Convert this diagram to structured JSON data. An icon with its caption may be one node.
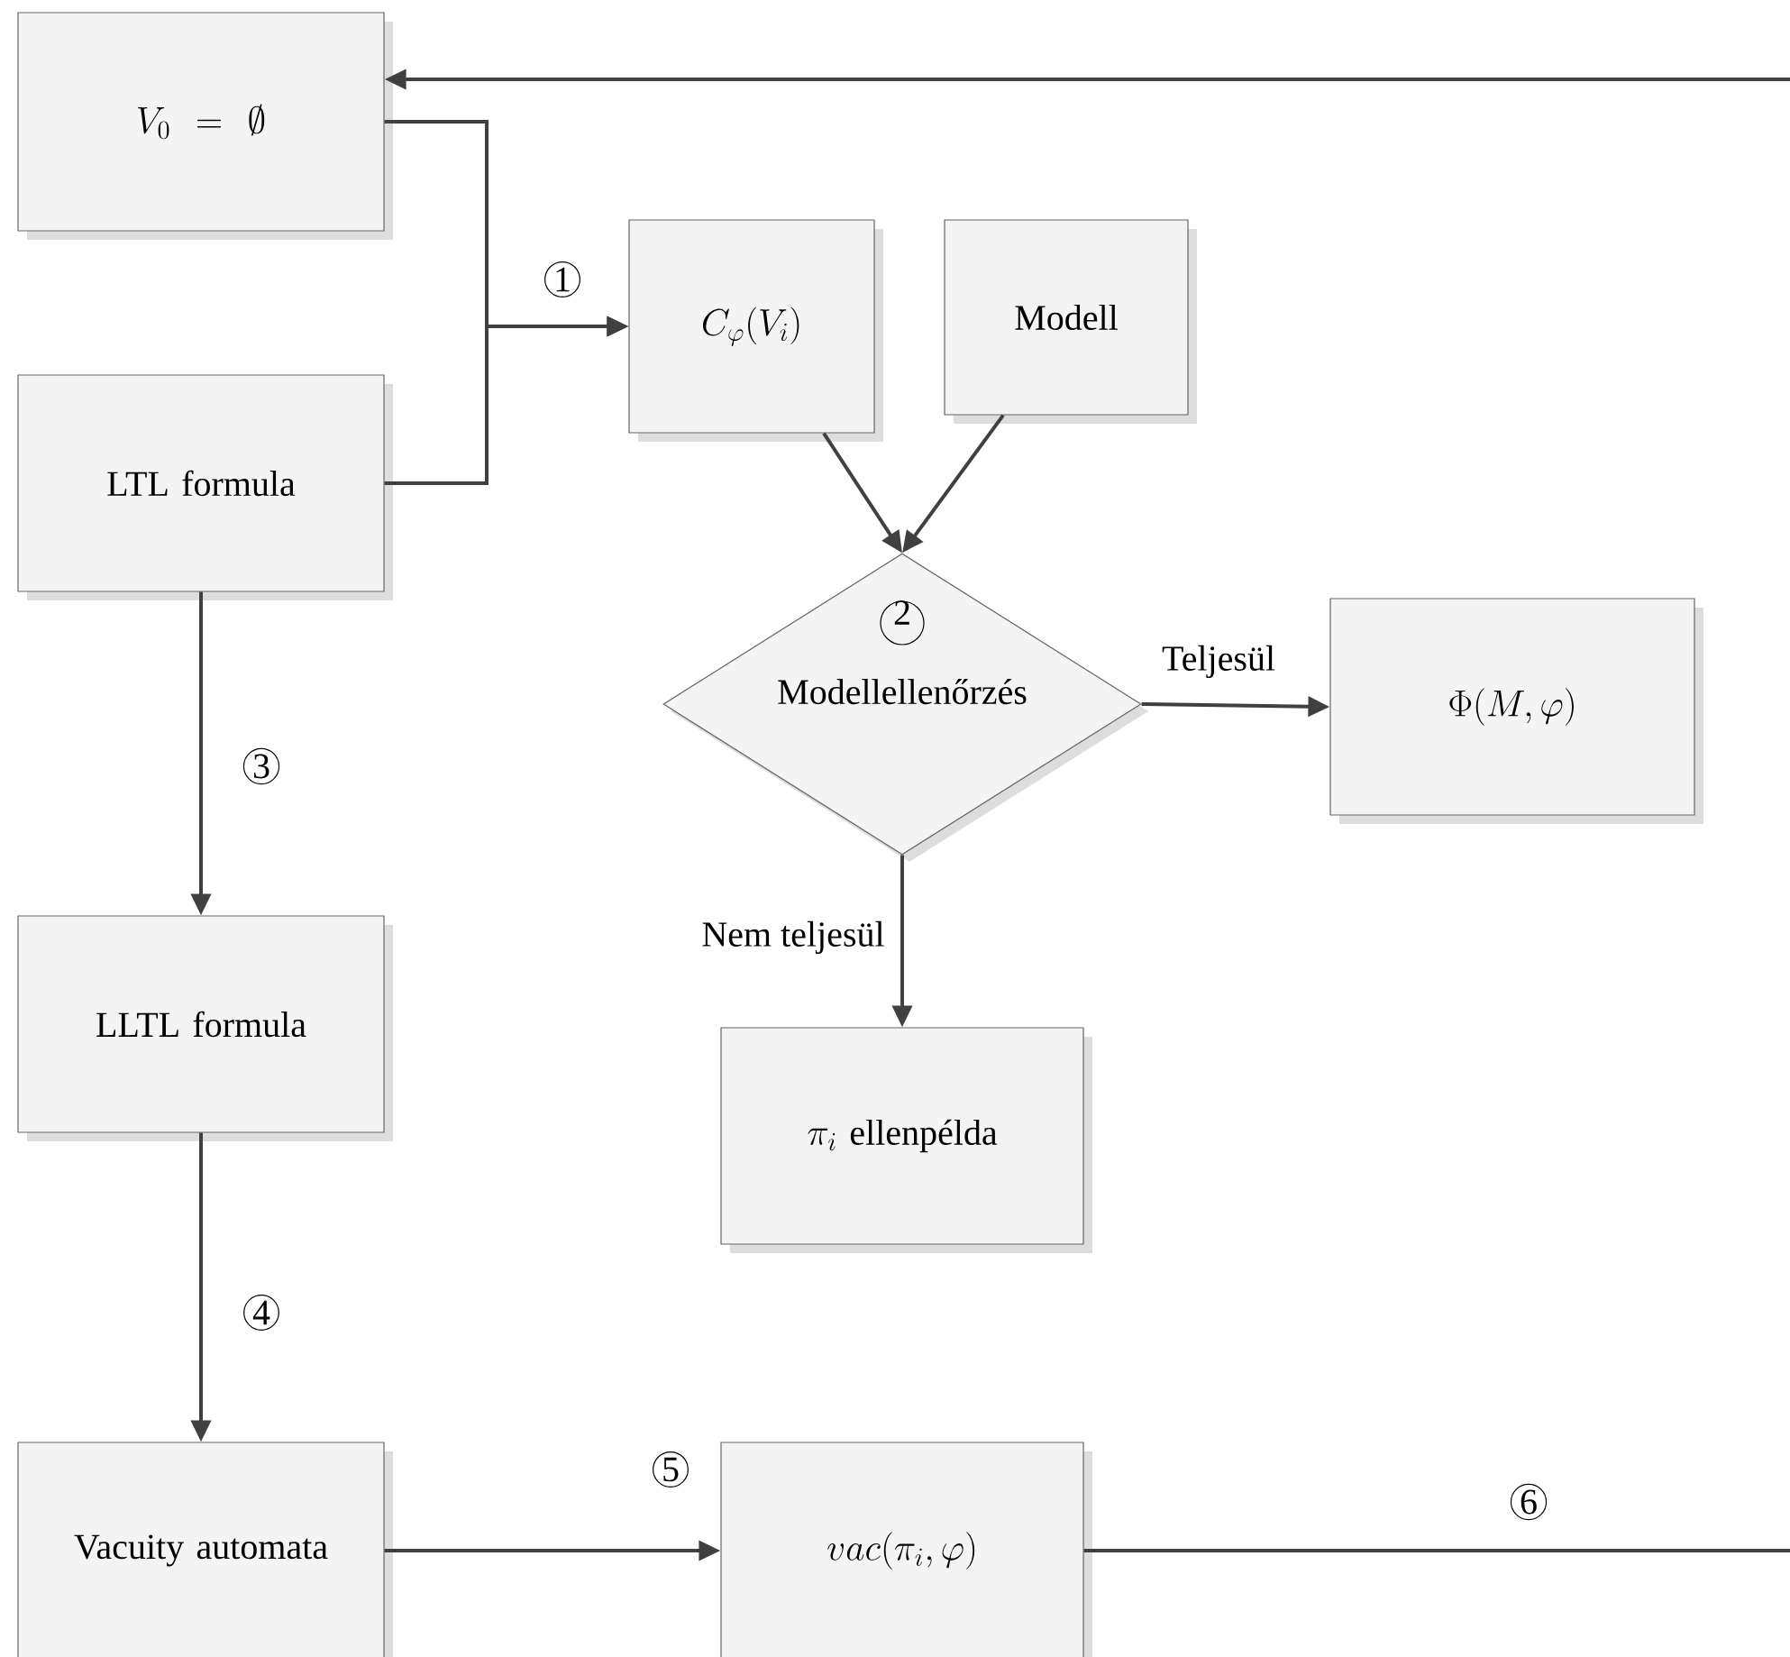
{
  "diagram": {
    "nodes": [
      {
        "text": [
          "V_0 = \\emptyset"
        ]
      },
      {
        "text": [
          "LTL formula"
        ]
      },
      {
        "text": [
          "C_\\varphi(V_i)"
        ]
      },
      {
        "text": [
          "Modell"
        ]
      },
      {
        "text": [
          "2",
          "Modellellenőrzés"
        ]
      },
      {
        "text": [
          "\\Phi(M,\\varphi)"
        ]
      },
      {
        "text": [
          "LLTL formula"
        ]
      },
      {
        "text": [
          "\\pi_i \\mbox{ ellenpélda}"
        ]
      },
      {
        "text": [
          "Vacuity automata"
        ]
      },
      {
        "text": [
          "vac(\\pi_i,\\varphi)"
        ]
      }
    ],
    "edges": [
      {
        "from": 0,
        "to": 2,
        "arrow": "to",
        "label": "1"
      },
      {
        "from": 1,
        "to": 2,
        "arrow": "to"
      },
      {
        "from": 2,
        "to": 4,
        "arrow": "to"
      },
      {
        "from": 3,
        "to": 4,
        "arrow": "to"
      },
      {
        "from": 4,
        "to": 5,
        "arrow": "to",
        "label": "Teljesül"
      },
      {
        "from": 4,
        "to": 7,
        "arrow": "to",
        "label": "Nem teljesül"
      },
      {
        "from": 1,
        "to": 6,
        "arrow": "to",
        "label": "3"
      },
      {
        "from": 6,
        "to": 8,
        "arrow": "to",
        "label": "4"
      },
      {
        "from": 8,
        "to": 9,
        "arrow": "to",
        "label": "5"
      },
      {
        "from": 9,
        "to": null,
        "arrow": "none",
        "label": "6"
      },
      {
        "from": null,
        "to": 0,
        "arrow": "to"
      }
    ]
  }
}
